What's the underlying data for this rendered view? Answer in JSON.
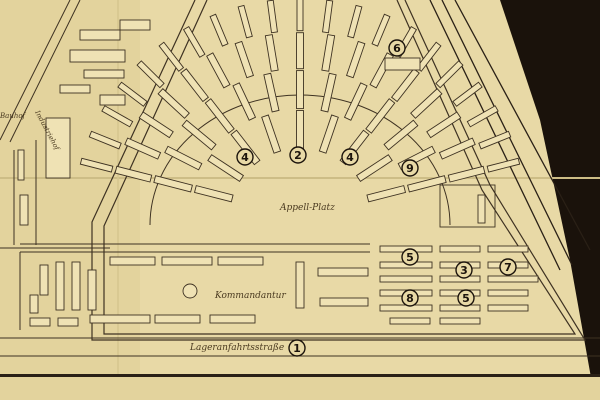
{
  "map": {
    "labels": {
      "appell_platz": "Appell-Platz",
      "kommandantur": "Kommandantur",
      "lageranfahrtsstrasse": "Lageranfahrtsstraße",
      "industriehof": "Industriehof",
      "bauhof": "Bauhof"
    },
    "markers": [
      "1",
      "2",
      "3",
      "4",
      "4",
      "5",
      "5",
      "6",
      "7",
      "8",
      "9"
    ],
    "colors": {
      "paper": "#e8d9a6",
      "ink": "#3e3222",
      "background": "#1a120b"
    }
  }
}
